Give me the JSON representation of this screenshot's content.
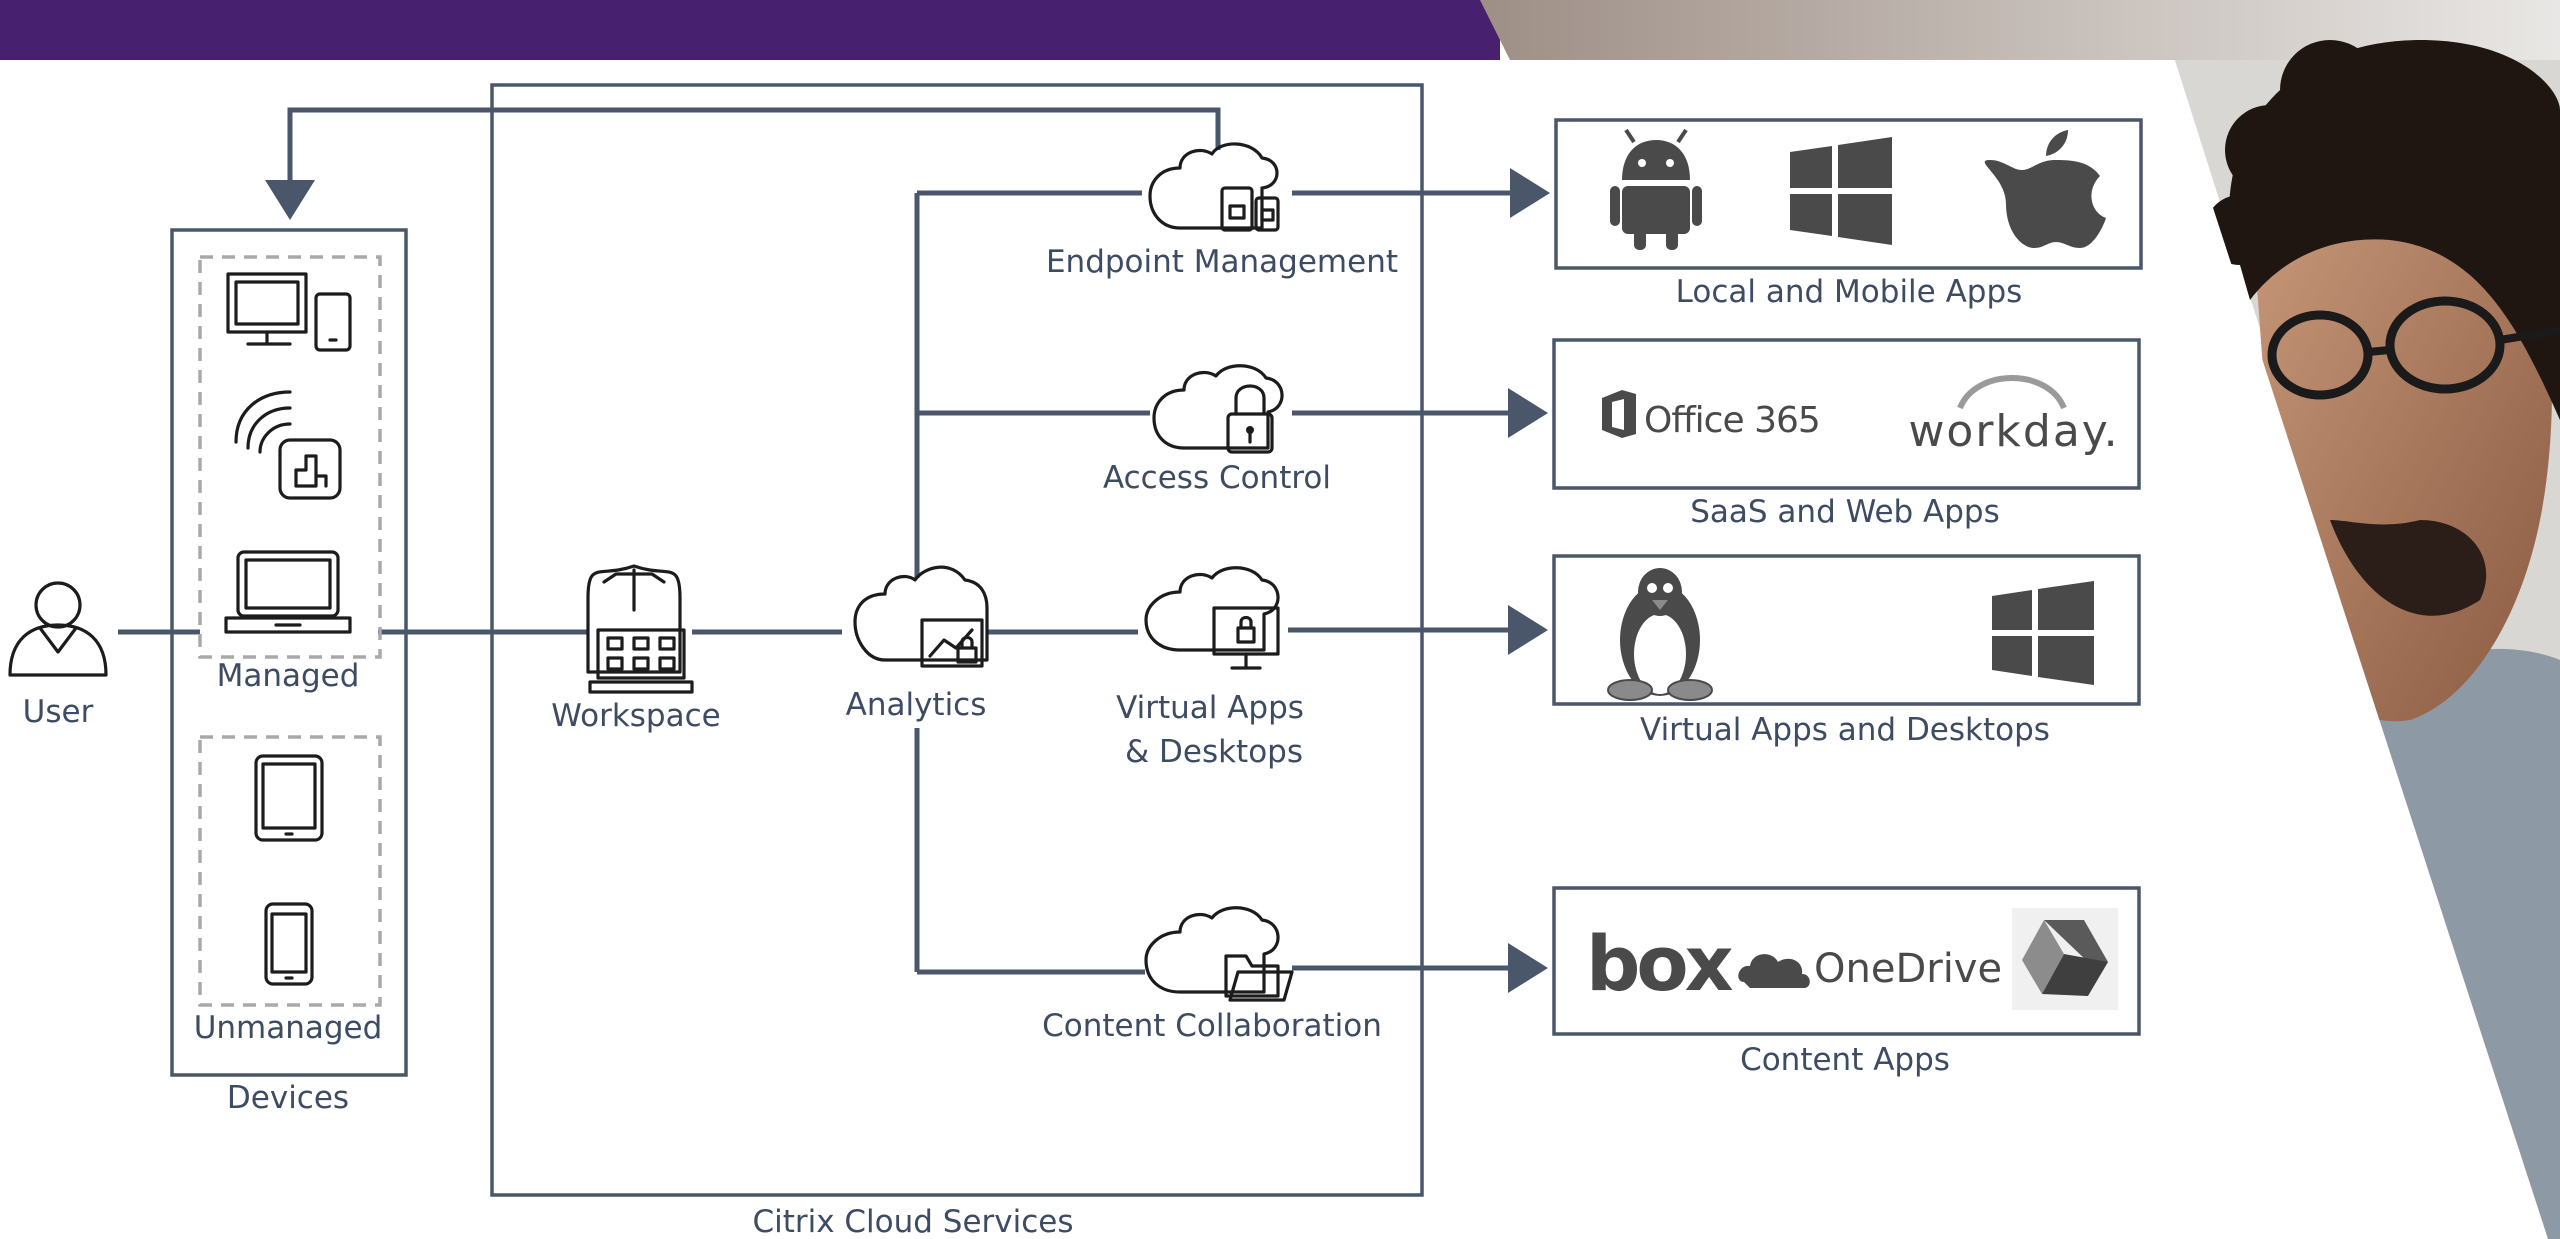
{
  "banner": {
    "color": "#47216f"
  },
  "user": {
    "label": "User"
  },
  "devices": {
    "title": "Devices",
    "managed_label": "Managed",
    "unmanaged_label": "Unmanaged"
  },
  "cloud_services": {
    "title": "Citrix Cloud Services",
    "workspace_label": "Workspace",
    "analytics_label": "Analytics",
    "endpoint_label": "Endpoint Management",
    "access_label": "Access Control",
    "virtual_label_line1": "Virtual Apps",
    "virtual_label_line2": "& Desktops",
    "content_label": "Content Collaboration"
  },
  "app_groups": {
    "local_mobile": {
      "label": "Local and Mobile Apps"
    },
    "saas_web": {
      "label": "SaaS and Web Apps",
      "office_logo": "Office 365",
      "workday_logo": "workday."
    },
    "virtual": {
      "label": "Virtual Apps and Desktops"
    },
    "content": {
      "label": "Content Apps",
      "box_logo": "box",
      "onedrive_logo": "OneDrive"
    }
  },
  "colors": {
    "line": "#4a5669",
    "label": "#3d4b63",
    "icon": "#1c1c1c",
    "logo": "#4a4a4a"
  }
}
